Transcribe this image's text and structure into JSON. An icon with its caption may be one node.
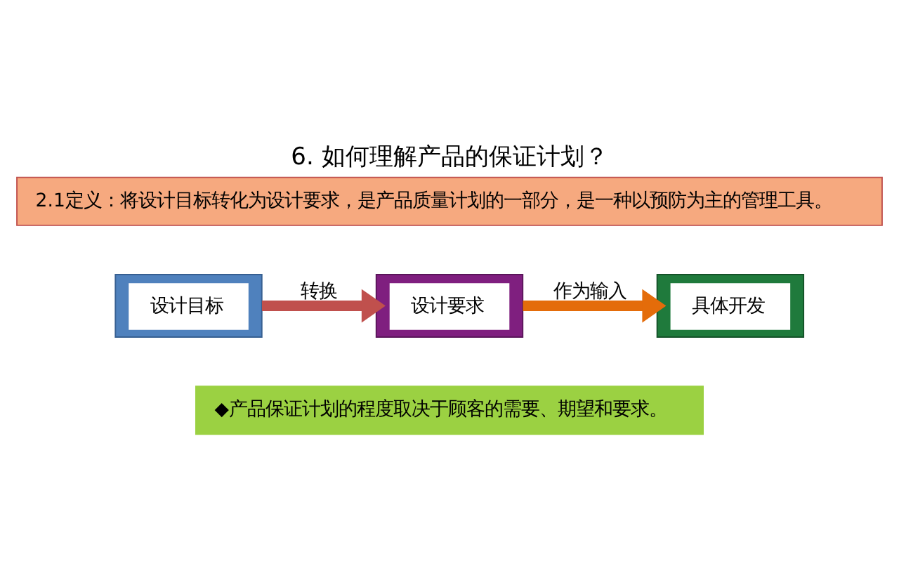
{
  "diagram": {
    "title": "6. 如何理解产品的保证计划？",
    "nodes": [
      {
        "text": [
          "2.1定义：将设计目标转化为设计要求，是产品质量计划的一部分，是一种以预防为主的管理工具。"
        ]
      },
      {
        "text": [
          "设计目标"
        ]
      },
      {
        "text": [
          "设计要求"
        ]
      },
      {
        "text": [
          "具体开发"
        ]
      },
      {
        "text": [
          "◆产品保证计划的程度取决于顾客的需要、期望和要求。"
        ]
      }
    ],
    "edges": [
      {
        "from": 1,
        "to": 2,
        "arrow": "to",
        "label": "转换",
        "color": "#c0504d"
      },
      {
        "from": 2,
        "to": 3,
        "arrow": "to",
        "label": "作为输入",
        "color": "#e46c0a"
      }
    ]
  }
}
